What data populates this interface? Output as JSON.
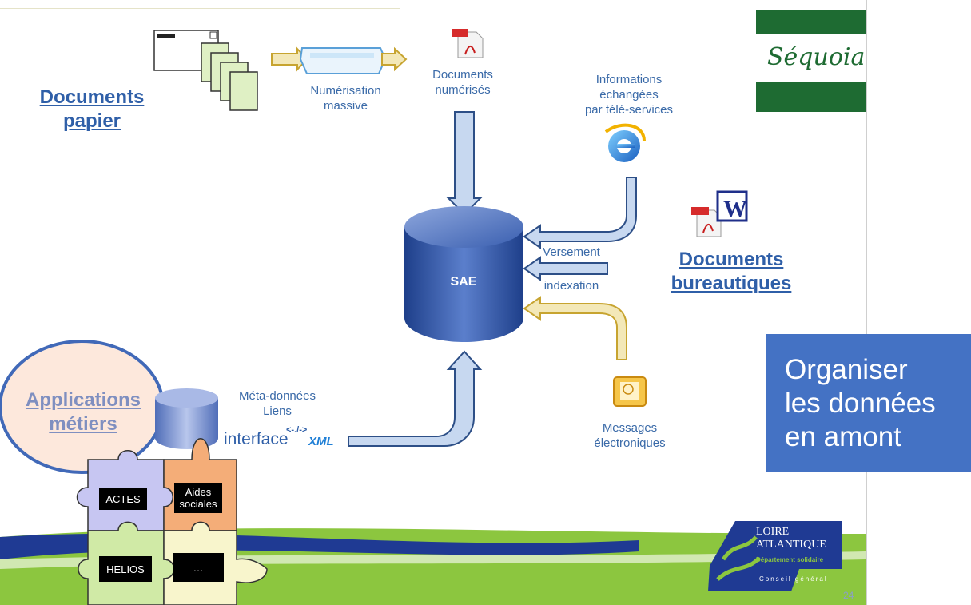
{
  "left": {
    "documents_papier": [
      "Documents",
      "papier"
    ],
    "applications_metiers": [
      "Applications",
      "métiers"
    ]
  },
  "top": {
    "numerisation": [
      "Numérisation",
      "massive"
    ],
    "documents_numerises": [
      "Documents",
      "numérisés"
    ],
    "informations": [
      "Informations",
      "échangées",
      "par télé-services"
    ]
  },
  "center": {
    "sae_label": "SAE",
    "versement": "Versement",
    "indexation": "indexation"
  },
  "right": {
    "documents_bureautiques": [
      "Documents",
      "bureautiques"
    ],
    "messages": [
      "Messages",
      "électroniques"
    ],
    "organiser": [
      "Organiser",
      "les données",
      "en amont"
    ]
  },
  "bottom": {
    "metadonnees": [
      "Méta-données",
      "Liens"
    ],
    "interface": "interface",
    "xml": "XML",
    "xml_tag": "<-./->",
    "puzzle": {
      "actes": "ACTES",
      "aides": [
        "Aides",
        "sociales"
      ],
      "helios": "HELIOS",
      "etc": "…"
    }
  },
  "logos": {
    "sequoia": "Séquoia",
    "loire": [
      "LOIRE",
      "ATLANTIQUE"
    ],
    "departement": "Département solidaire",
    "conseil": "Conseil général",
    "pdf": "PDF",
    "adobe": "Adobe"
  },
  "page_number": "24",
  "colors": {
    "link_blue": "#2f5fa8",
    "label_blue": "#3a6aa8",
    "arrow_blue": "#2d4f87",
    "arrow_gold": "#c7a430",
    "organiser_bg": "#4472c4",
    "green": "#8cc63f",
    "navy": "#1f3a93"
  }
}
